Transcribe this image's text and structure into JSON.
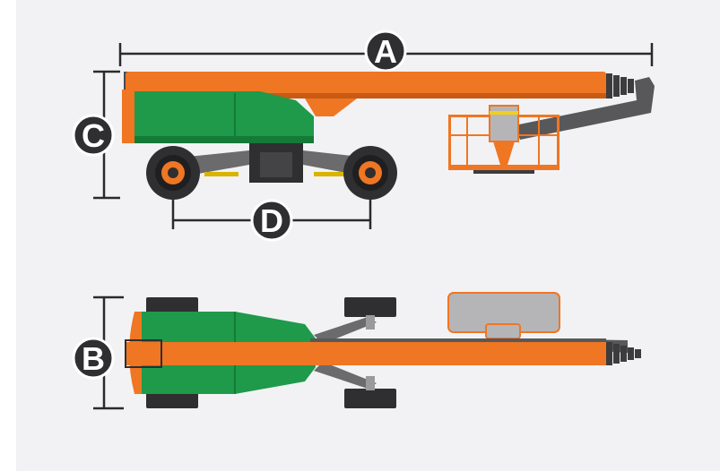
{
  "dimensions": {
    "overall_length": {
      "letter": "A"
    },
    "overall_width": {
      "letter": "B"
    },
    "overall_height": {
      "letter": "C"
    },
    "wheelbase": {
      "letter": "D"
    }
  },
  "colors": {
    "background": "#f2f2f4",
    "boom_orange": "#ef7623",
    "boom_orange_dark": "#c85a14",
    "chassis_green": "#1f9a4a",
    "chassis_green_dark": "#157a37",
    "tire_dark": "#2f2f31",
    "tire_hub": "#ef7623",
    "axle_grey": "#6b6b6e",
    "basket_grey": "#b5b5b8",
    "dimension_line": "#2a2a2a",
    "label_circle": "#2f2f31",
    "label_text": "#ffffff"
  }
}
